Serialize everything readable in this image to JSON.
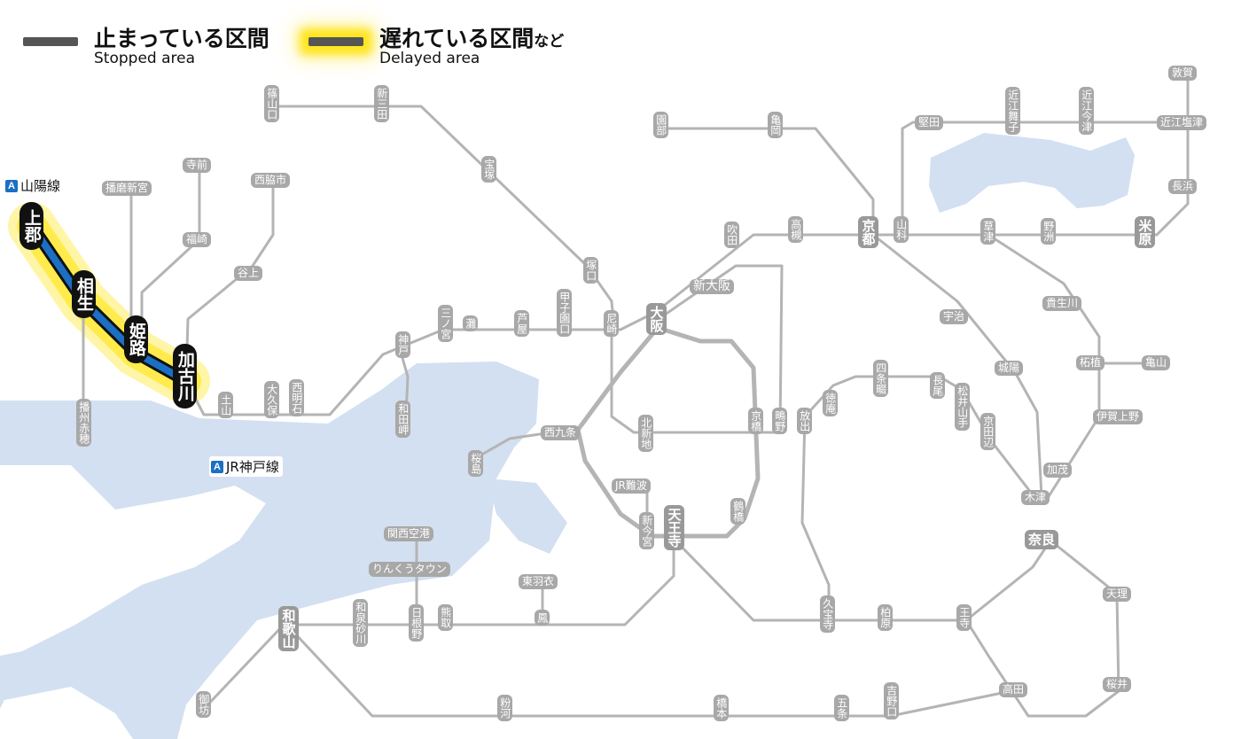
{
  "legend": {
    "stopped_jp": "止まっている区間",
    "stopped_en": "Stopped area",
    "delayed_jp": "遅れている区間",
    "delayed_suffix": "など",
    "delayed_en": "Delayed area"
  },
  "colors": {
    "water": "#d3e0f1",
    "track": "#b4b4b4",
    "station": "#a8a8a8",
    "affected_line": "#1b6fc4",
    "delay_glow": "#ffe200",
    "affected_station": "#111111"
  },
  "line_labels": {
    "sanyo": {
      "badge": "A",
      "name": "山陽線"
    },
    "kobe": {
      "badge": "A",
      "name": "JR神戸線"
    }
  },
  "affected_section": {
    "line": "山陽線",
    "status": "delayed",
    "stations": [
      "上郡",
      "相生",
      "姫路",
      "加古川"
    ]
  },
  "stations": {
    "kamigori": "上郡",
    "aioi": "相生",
    "himeji": "姫路",
    "kakogawa": "加古川",
    "banshu_ako": "播州赤穂",
    "harima_shingu": "播磨新宮",
    "teramae": "寺前",
    "fukusaki": "福崎",
    "nishiwakishi": "西脇市",
    "tanikami": "谷上",
    "sasayamaguchi": "篠山口",
    "shin_sanda": "新三田",
    "takarazuka": "宝塚",
    "tsukaguchi": "塚口",
    "amagasaki": "尼崎",
    "osaka": "大阪",
    "shin_osaka": "新大阪",
    "suita": "吹田",
    "takatsuki": "高槻",
    "kyoto": "京都",
    "yamashina": "山科",
    "katata": "堅田",
    "omi_maiko": "近江舞子",
    "omi_imazu": "近江今津",
    "tsuruga": "敦賀",
    "omi_shiotsu": "近江塩津",
    "nagahama": "長浜",
    "maibara": "米原",
    "yasu": "野洲",
    "kusatsu": "草津",
    "sonobe": "園部",
    "kameoka": "亀岡",
    "tsuge": "柘植",
    "kameyama": "亀山",
    "iga_ueno": "伊賀上野",
    "kamo": "加茂",
    "kizu": "木津",
    "nara": "奈良",
    "tenri": "天理",
    "sakurai": "桜井",
    "takada": "高田",
    "oji": "王寺",
    "kashiwara": "柏原",
    "kyuhoji": "久宝寺",
    "hanaten": "放出",
    "kamo_no": "鴫野",
    "kyobashi": "京橋",
    "tsurahashi": "鶴橋",
    "tennoji": "天王寺",
    "shin_imamiya": "新今宮",
    "jr_namba": "JR難波",
    "nishikujo": "西九条",
    "sakurajima": "桜島",
    "kitashinchi": "北新地",
    "tokuan": "徳庵",
    "shijonawate": "四条畷",
    "nagao": "長尾",
    "matsuiyamate": "松井山手",
    "kyotanabe": "京田辺",
    "uji": "宇治",
    "joyo": "城陽",
    "kibukawa": "貴生川",
    "sannomiya": "三ノ宮",
    "kobe": "神戸",
    "nada": "灘",
    "ashiya": "芦屋",
    "koshienguchi": "甲子園口",
    "wadamisaki": "和田岬",
    "nishi_akashi": "西明石",
    "okubo": "大久保",
    "dobo": "土山",
    "kansai_airport": "関西空港",
    "rinku_town": "りんくうタウン",
    "higashi_hagoromo": "東羽衣",
    "otori": "鳳",
    "kumatori": "熊取",
    "hineno": "日根野",
    "izumisunagawa": "和泉砂川",
    "wakayama": "和歌山",
    "gobo": "御坊",
    "kokawa": "粉河",
    "hashimoto": "橋本",
    "gojo": "五条",
    "yoshinoguchi": "吉野口"
  }
}
